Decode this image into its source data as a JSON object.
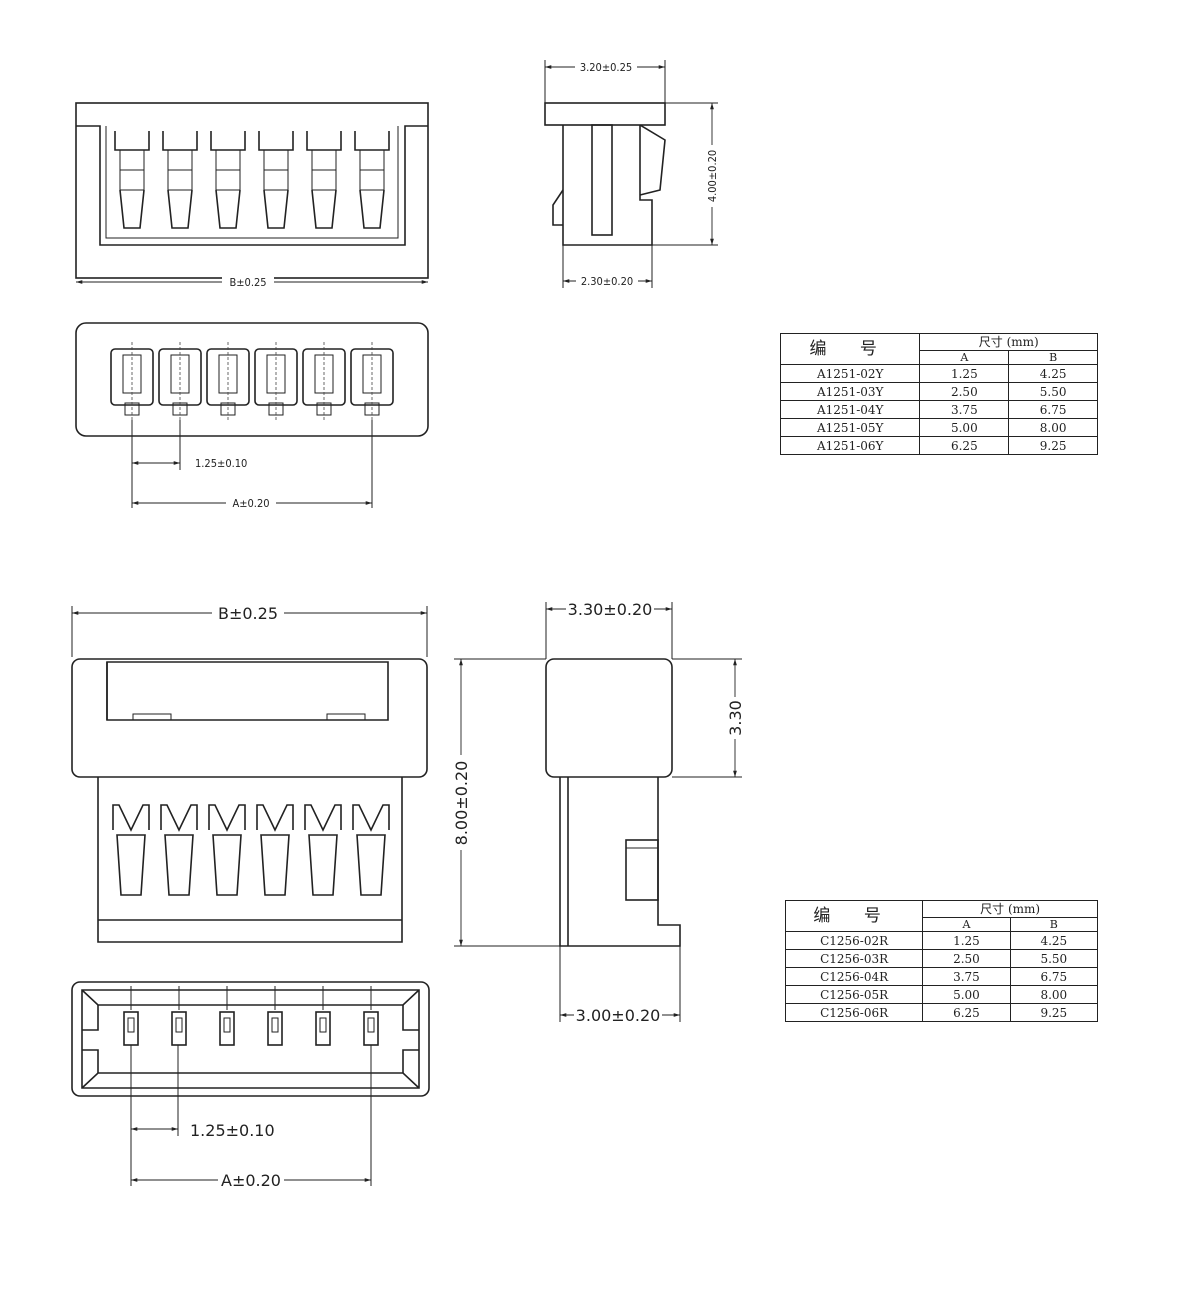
{
  "top_drawing": {
    "dim_width_top": "3.20±0.25",
    "dim_height_side": "4.00±0.20",
    "dim_bottom_side": "2.30±0.20",
    "dim_b_front": "B±0.25",
    "dim_pitch": "1.25±0.10",
    "dim_a": "A±0.20"
  },
  "bottom_drawing": {
    "dim_b_front": "B±0.25",
    "dim_width_top": "3.30±0.20",
    "dim_height_right": "3.30",
    "dim_height_total": "8.00±0.20",
    "dim_bottom_side": "3.00±0.20",
    "dim_pitch": "1.25±0.10",
    "dim_a": "A±0.20"
  },
  "table_a": {
    "header_code": "编 号",
    "header_size": "尺寸 (mm)",
    "col_a": "A",
    "col_b": "B",
    "rows": [
      {
        "code": "A1251-02Y",
        "a": "1.25",
        "b": "4.25"
      },
      {
        "code": "A1251-03Y",
        "a": "2.50",
        "b": "5.50"
      },
      {
        "code": "A1251-04Y",
        "a": "3.75",
        "b": "6.75"
      },
      {
        "code": "A1251-05Y",
        "a": "5.00",
        "b": "8.00"
      },
      {
        "code": "A1251-06Y",
        "a": "6.25",
        "b": "9.25"
      }
    ]
  },
  "table_c": {
    "header_code": "编 号",
    "header_size": "尺寸 (mm)",
    "col_a": "A",
    "col_b": "B",
    "rows": [
      {
        "code": "C1256-02R",
        "a": "1.25",
        "b": "4.25"
      },
      {
        "code": "C1256-03R",
        "a": "2.50",
        "b": "5.50"
      },
      {
        "code": "C1256-04R",
        "a": "3.75",
        "b": "6.75"
      },
      {
        "code": "C1256-05R",
        "a": "5.00",
        "b": "8.00"
      },
      {
        "code": "C1256-06R",
        "a": "6.25",
        "b": "9.25"
      }
    ]
  }
}
